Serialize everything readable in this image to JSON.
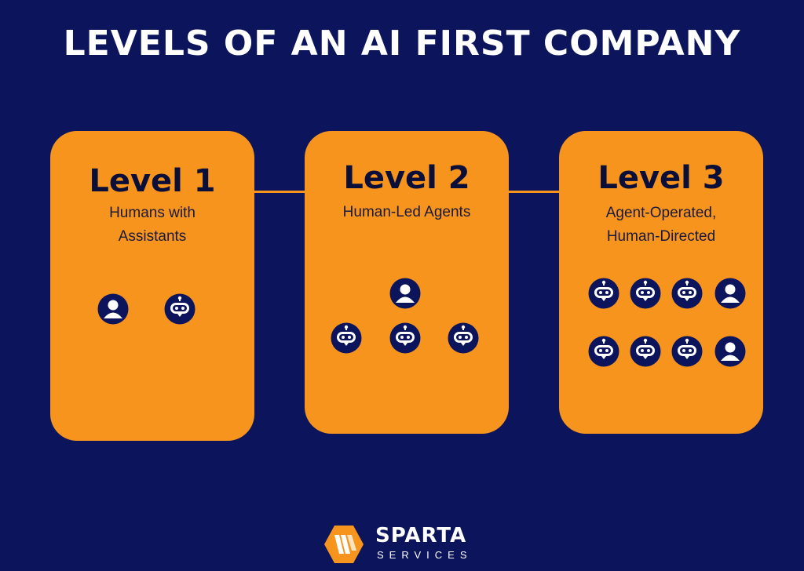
{
  "title": "LEVELS OF AN AI FIRST COMPANY",
  "colors": {
    "background": "#0c145c",
    "card": "#f7941d",
    "icon": "#0c145c"
  },
  "levels": [
    {
      "label": "Level 1",
      "description": "Humans with\nAssistants",
      "icons": [
        [
          "person-icon",
          "robot-icon"
        ]
      ]
    },
    {
      "label": "Level 2",
      "description": "Human-Led Agents",
      "icons": [
        [
          "person-icon"
        ],
        [
          "robot-icon",
          "robot-icon",
          "robot-icon"
        ]
      ]
    },
    {
      "label": "Level 3",
      "description": "Agent-Operated,\nHuman-Directed",
      "icons": [
        [
          "robot-icon",
          "robot-icon",
          "robot-icon",
          "person-icon"
        ],
        [
          "robot-icon",
          "robot-icon",
          "robot-icon",
          "person-icon"
        ]
      ]
    }
  ],
  "brand": {
    "name": "SPARTA",
    "subtitle": "SERVICES",
    "logo_icon": "sparta-logo-icon"
  }
}
